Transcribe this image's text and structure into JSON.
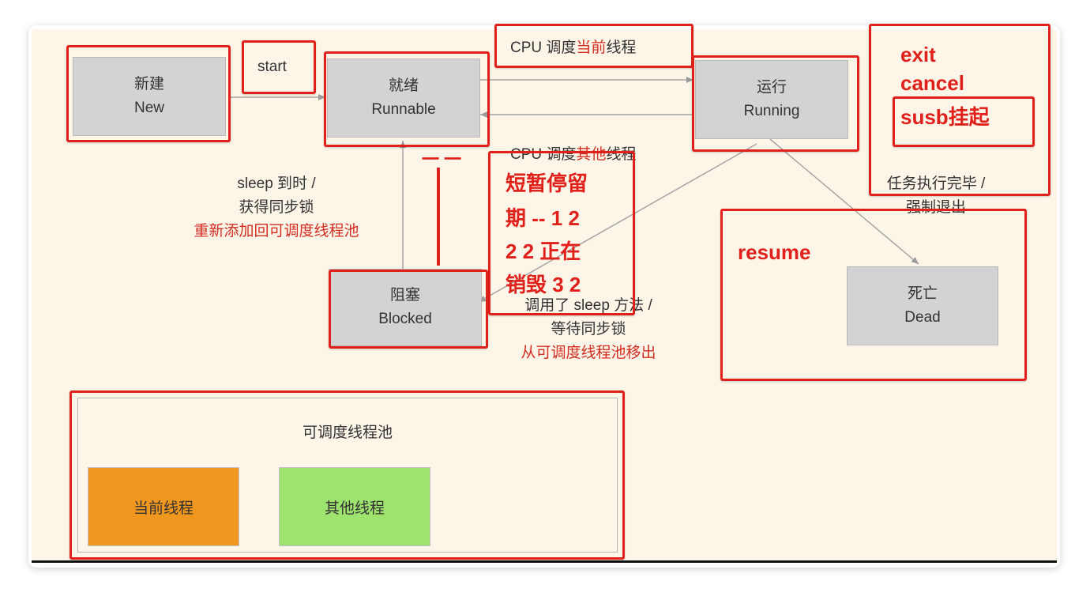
{
  "states": {
    "new": {
      "zh": "新建",
      "en": "New"
    },
    "runnable": {
      "zh": "就绪",
      "en": "Runnable"
    },
    "running": {
      "zh": "运行",
      "en": "Running"
    },
    "blocked": {
      "zh": "阻塞",
      "en": "Blocked"
    },
    "dead": {
      "zh": "死亡",
      "en": "Dead"
    }
  },
  "edges": {
    "start": "start",
    "cpu_current": {
      "prefix": "CPU 调度",
      "highlight": "当前",
      "suffix": "线程"
    },
    "cpu_other": {
      "prefix": "CPU 调度",
      "highlight": "其他",
      "suffix": "线程"
    },
    "sleep_done": {
      "line1": "sleep 到时 /",
      "line2": "获得同步锁",
      "line3": "重新添加回可调度线程池"
    },
    "call_sleep": {
      "line1": "调用了 sleep 方法 /",
      "line2": "等待同步锁",
      "line3": "从可调度线程池移出"
    },
    "finish": {
      "line1": "任务执行完毕 /",
      "line2": "强制退出"
    }
  },
  "pool": {
    "title": "可调度线程池",
    "current": "当前线程",
    "other": "其他线程"
  },
  "annotations": {
    "exit": "exit",
    "cancel": "cancel",
    "susb": "susb挂起",
    "resume": "resume",
    "dash": "一 一",
    "note_line1": "短暂停留",
    "note_line2": "期 -- 1  2",
    "note_line3": "2  2 正在",
    "note_line4": "销毁  3  2"
  },
  "colors": {
    "background": "#fdf5e8",
    "state_box": "#d3d3d3",
    "annotation_red": "#e0201b",
    "current_thread": "#f0971f",
    "other_thread": "#9fe36f"
  }
}
